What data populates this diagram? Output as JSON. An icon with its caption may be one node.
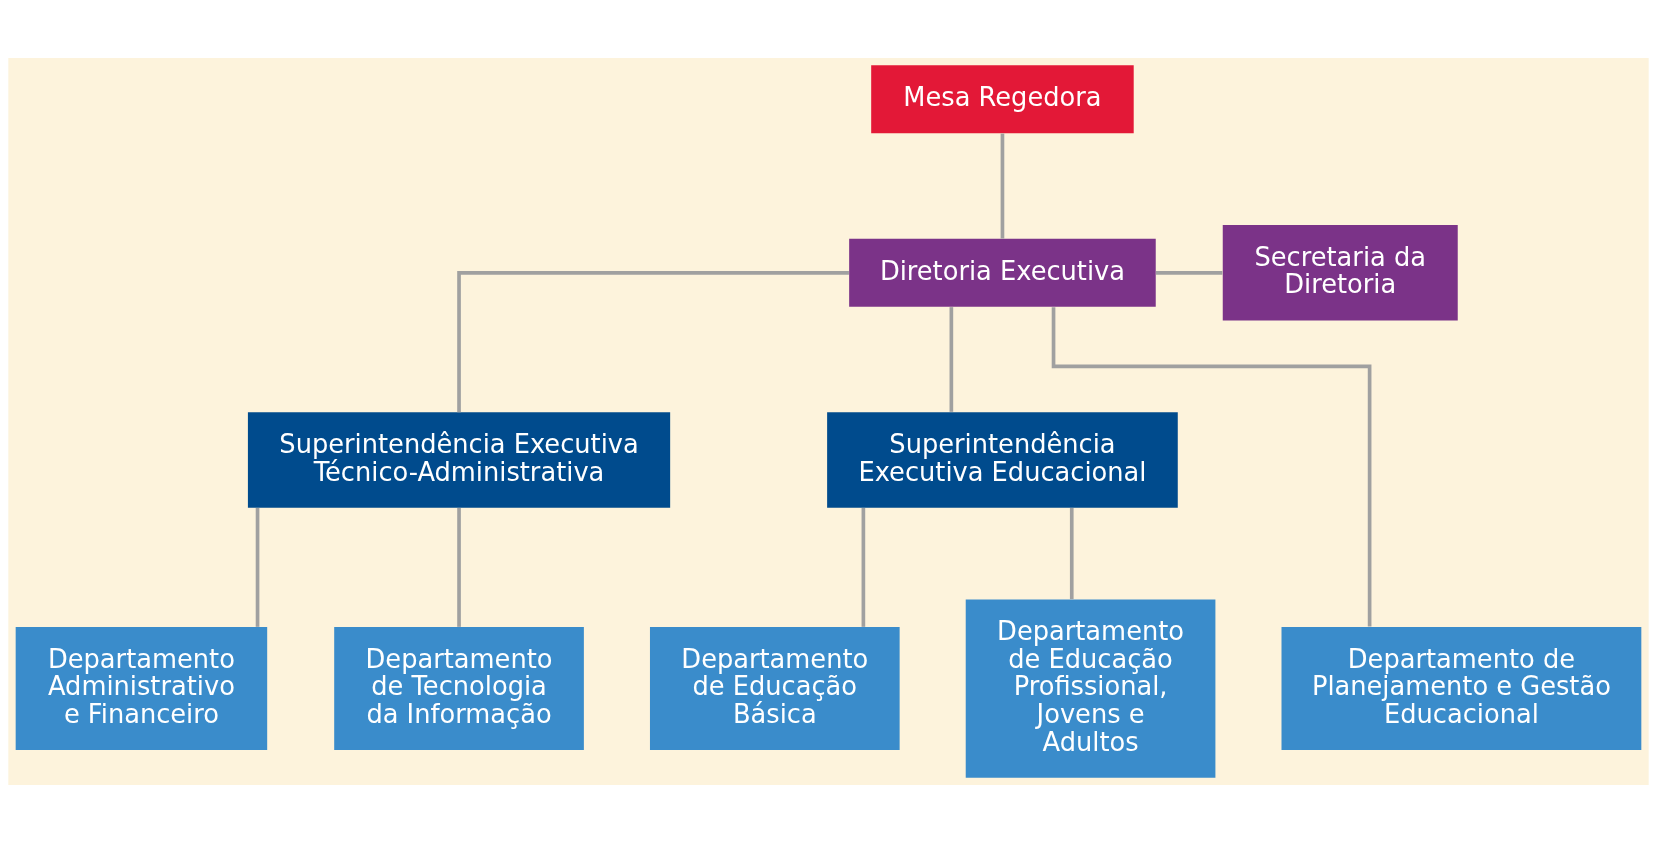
{
  "diagram": {
    "nodes": [
      {
        "text": [
          "Mesa Regedora"
        ]
      },
      {
        "text": [
          "Diretoria Executiva"
        ]
      },
      {
        "text": [
          "Secretaria da Diretoria"
        ]
      },
      {
        "text": [
          "Superintendência Executiva Técnico-Administrativa"
        ]
      },
      {
        "text": [
          "Superintendência Executiva Educacional"
        ]
      },
      {
        "text": [
          "Departamento Administrativo e Financeiro"
        ]
      },
      {
        "text": [
          "Departamento de Tecnologia da Informação"
        ]
      },
      {
        "text": [
          "Departamento de Planejamento e Gestão Educacional"
        ]
      },
      {
        "text": [
          "Departamento de Educação Básica"
        ]
      },
      {
        "text": [
          "Departamento de Educação Profissional, Jovens e Adultos"
        ]
      }
    ],
    "edges": [
      {
        "from": 0,
        "to": 1,
        "arrow": "none"
      },
      {
        "from": 1,
        "to": 2,
        "arrow": "none"
      },
      {
        "from": 1,
        "to": 3,
        "arrow": "none"
      },
      {
        "from": 1,
        "to": 4,
        "arrow": "none"
      },
      {
        "from": 1,
        "to": 7,
        "arrow": "none"
      },
      {
        "from": 3,
        "to": 5,
        "arrow": "none"
      },
      {
        "from": 3,
        "to": 6,
        "arrow": "none"
      },
      {
        "from": 4,
        "to": 8,
        "arrow": "none"
      },
      {
        "from": 4,
        "to": 9,
        "arrow": "none"
      }
    ]
  }
}
